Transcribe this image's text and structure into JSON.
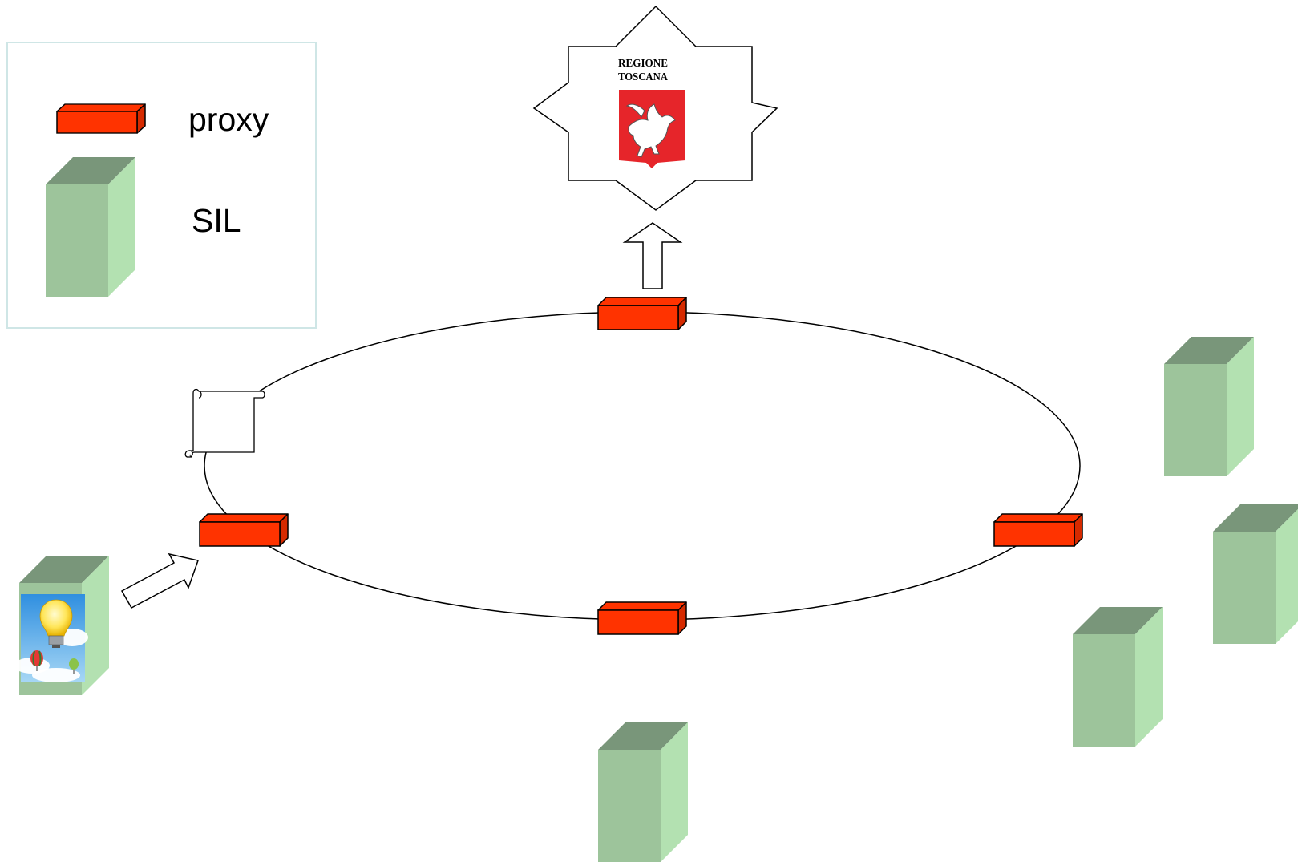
{
  "legend": {
    "proxy_label": "proxy",
    "sil_label": "SIL"
  },
  "logo": {
    "line1": "REGIONE",
    "line2": "TOSCANA"
  },
  "colors": {
    "proxy_front": "#ff3300",
    "proxy_side": "#d62a00",
    "sil_front": "#9dc49b",
    "sil_side": "#b3e1b1",
    "sil_top": "#79967a",
    "legend_border": "#cfe6e6",
    "emblem_red": "#e6252a"
  },
  "icons": [
    "star-emblem-icon",
    "block-arrow-up-icon",
    "block-arrow-diagonal-icon",
    "scroll-document-icon",
    "lightbulb-balloons-icon",
    "pegasus-icon"
  ]
}
